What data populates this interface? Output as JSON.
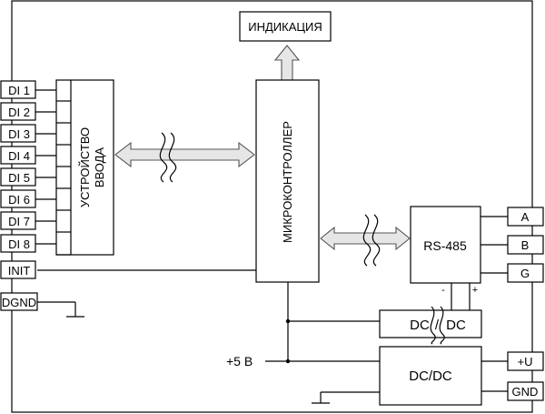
{
  "diagram": {
    "indication_label": "ИНДИКАЦИЯ",
    "input_device_label_1": "УСТРОЙСТВО",
    "input_device_label_2": "ВВОДА",
    "mcu_label": "МИКРОКОНТРОЛЛЕР",
    "rs485_label": "RS-485",
    "rs485_minus": "-",
    "rs485_plus": "+",
    "dcdc_small_left": "DC",
    "dcdc_small_slash": "/",
    "dcdc_small_right": "DC",
    "dcdc_main_label": "DC/DC",
    "supply_label": "+5 В",
    "left_terminals": [
      "DI 1",
      "DI 2",
      "DI 3",
      "DI 4",
      "DI 5",
      "DI 6",
      "DI 7",
      "DI 8",
      "INIT",
      "DGND"
    ],
    "right_terminals": [
      "A",
      "B",
      "G",
      "+U",
      "GND"
    ]
  }
}
